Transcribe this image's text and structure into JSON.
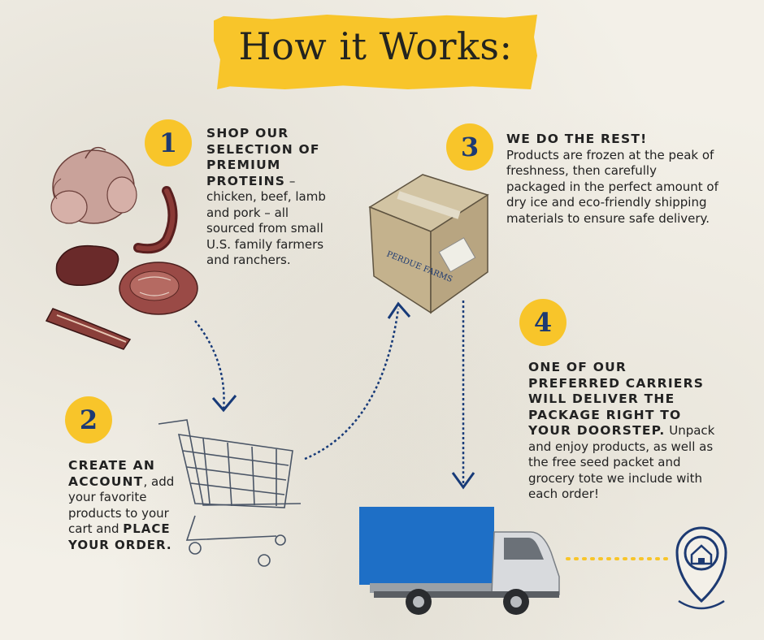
{
  "title": "How it Works:",
  "steps": [
    {
      "number": "1",
      "heading": "SHOP OUR SELECTION OF PREMIUM PROTEINS",
      "body": " – chicken, beef, lamb and pork – all sourced from small U.S. family farmers and ranchers."
    },
    {
      "number": "2",
      "heading": "CREATE AN ACCOUNT",
      "body_a": ", add your favorite products to your cart and ",
      "heading_b": "PLACE YOUR ORDER."
    },
    {
      "number": "3",
      "heading": "WE DO THE REST!",
      "body": "Products are frozen at the peak of freshness, then carefully packaged in the perfect amount of dry ice and eco-friendly shipping materials to ensure safe delivery."
    },
    {
      "number": "4",
      "heading": "ONE OF OUR PREFERRED CARRIERS WILL DELIVER THE PACKAGE RIGHT TO YOUR DOORSTEP.",
      "body": " Unpack and enjoy products, as well as the free seed packet and grocery tote we include with each order!"
    }
  ],
  "box_label": "PERDUE FARMS",
  "icons": [
    "meat-illustration",
    "shopping-cart-icon",
    "shipping-box-icon",
    "delivery-truck-icon",
    "home-location-pin-icon"
  ],
  "colors": {
    "accent": "#f8c52a",
    "navy": "#1d3a72",
    "truck_blue": "#1e6fc6",
    "background": "#f3f0e8"
  }
}
